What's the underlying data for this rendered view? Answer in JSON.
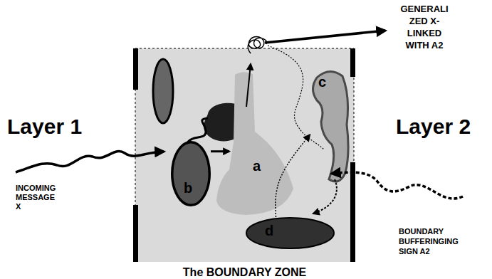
{
  "diagram": {
    "nodes": [
      {
        "text": [
          "The BOUNDARY ZONE"
        ]
      },
      {
        "text": [
          "b"
        ],
        "in": 0
      },
      {
        "text": [
          "a"
        ],
        "in": 0
      },
      {
        "text": [
          "c"
        ],
        "in": 0
      },
      {
        "text": [
          "d"
        ],
        "in": 0
      }
    ],
    "edges": [
      {
        "from": 1,
        "to": 2,
        "arrow": "to"
      },
      {
        "from": 4,
        "to": 3,
        "arrow": "to"
      }
    ],
    "labels": [
      "Layer 1",
      "Layer 2",
      "INCOMING MESSAGE X",
      "GENERALI ZED X- LINKED WITH A2",
      "BOUNDARY BUFFERINGING SIGN A2"
    ]
  }
}
